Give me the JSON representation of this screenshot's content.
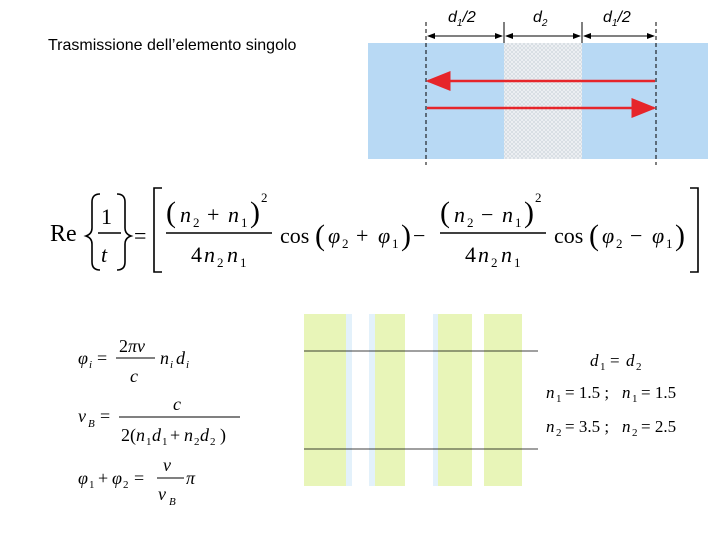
{
  "title": "Trasmissione dell’elemento singolo",
  "dimensions": {
    "left": {
      "symbol": "d",
      "sub": "1",
      "suffix": "/2"
    },
    "middle": {
      "symbol": "d",
      "sub": "2",
      "suffix": ""
    },
    "right": {
      "symbol": "d",
      "sub": "1",
      "suffix": "/2"
    }
  },
  "formula_main": {
    "re": "Re",
    "one": "1",
    "t": "t",
    "eq": "=",
    "n2": "n",
    "n1": "n",
    "s2": "2",
    "s1": "1",
    "plus": "+",
    "minus": "−",
    "four": "4",
    "cos": "cos",
    "phi": "φ",
    "exp": "2"
  },
  "formulas_left": {
    "phi_i": {
      "lhs": "φ",
      "lhs_sub": "i",
      "num": "2πν",
      "den": "c",
      "rhs": "n",
      "rhs_sub": "i",
      "rhs2": "d",
      "rhs2_sub": "i"
    },
    "nu_b": {
      "lhs": "ν",
      "lhs_sub": "B",
      "num": "c",
      "den": "2(n₁d₁ + n₂d₂)"
    },
    "phi_sum": {
      "lhs": "φ₁ + φ₂ =",
      "num": "ν",
      "den": "ν",
      "den_sub": "B",
      "tail": "π"
    }
  },
  "conditions": {
    "line1": "d₁ = d₂",
    "line2": "n₁ = 1.5 ; n₁ = 1.5",
    "line3": "n₂ = 3.5 ; n₂ = 2.5"
  },
  "colors": {
    "layer_blue": "#b8d9f4",
    "layer_mesh": "#e4e9ee",
    "arrow_red": "#e6252a",
    "stripe_green": "#e8f5b8",
    "stripe_blue": "#e3f1fb"
  }
}
